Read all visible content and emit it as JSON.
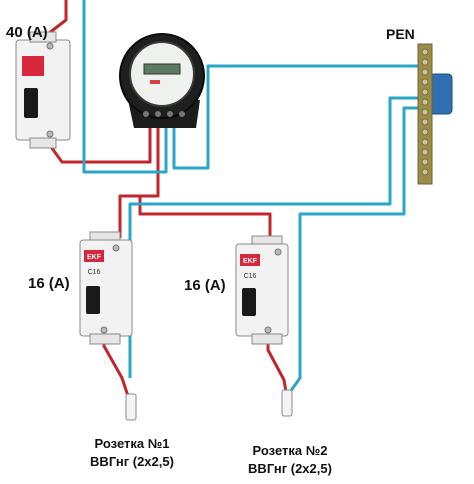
{
  "labels": {
    "main_breaker": "40 (A)",
    "pen_bus": "PEN",
    "breaker_1": "16 (A)",
    "breaker_2": "16 (A)"
  },
  "captions": {
    "socket_1_title": "Розетка №1",
    "socket_1_cable": "ВВГнг (2х2,5)",
    "socket_2_title": "Розетка №2",
    "socket_2_cable": "ВВГнг (2х2,5)"
  },
  "breaker_face": {
    "brand": "EKF",
    "rating_mark": "C16"
  },
  "colors": {
    "phase_wire": "#c0262c",
    "neutral_wire": "#2aa6c9",
    "breaker_body": "#f2f2f2",
    "pen_bar": "#2f6fb2"
  }
}
